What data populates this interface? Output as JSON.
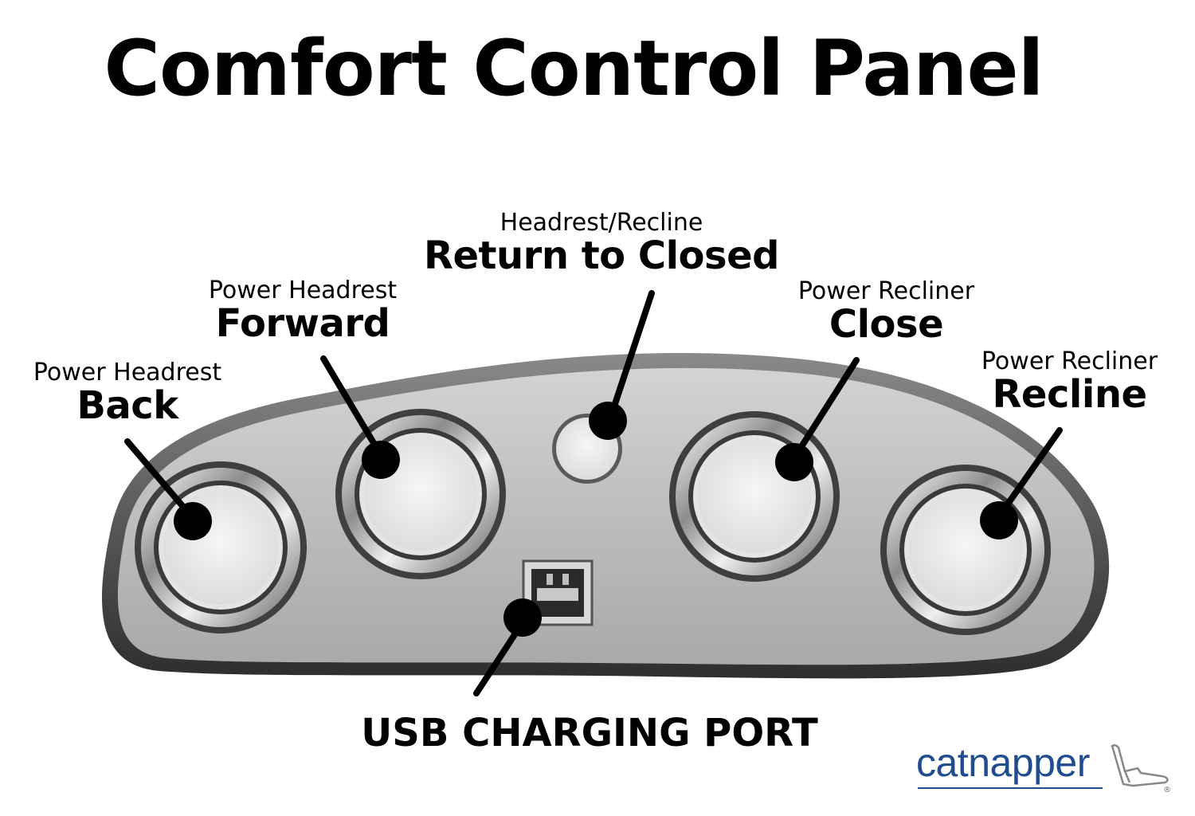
{
  "title": "Comfort Control Panel",
  "labels": {
    "headrest_back": {
      "small": "Power Headrest",
      "large": "Back"
    },
    "headrest_forward": {
      "small": "Power Headrest",
      "large": "Forward"
    },
    "return_closed": {
      "small": "Headrest/Recline",
      "large": "Return to Closed"
    },
    "recliner_close": {
      "small": "Power Recliner",
      "large": "Close"
    },
    "recliner_recline": {
      "small": "Power Recliner",
      "large": "Recline"
    },
    "usb": "USB CHARGING PORT"
  },
  "brand": {
    "name": "catnapper",
    "color": "#1f4d8f",
    "mark": "®"
  },
  "colors": {
    "panel": "#b9b9b9",
    "button_face": "#eeeeec",
    "chrome": "#d6d6d6",
    "leader": "#000000"
  }
}
